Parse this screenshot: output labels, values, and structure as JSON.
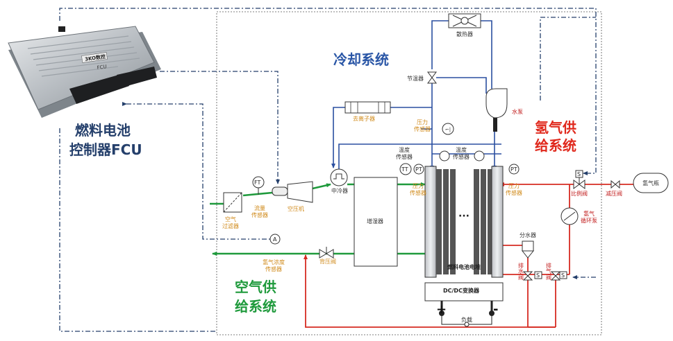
{
  "fcu": {
    "brand": "3KO数控",
    "model": "FCU",
    "caption_line1": "燃料电池",
    "caption_line2": "控制器FCU"
  },
  "sections": {
    "cooling": "冷却系统",
    "hydrogen_line1": "氢气供",
    "hydrogen_line2": "给系统",
    "air_line1": "空气供",
    "air_line2": "给系统"
  },
  "components": {
    "radiator": "散热器",
    "thermostat": "节温器",
    "pump": "水泵",
    "deionizer": "去离子器",
    "pressure_sensor_cool": "压力\n传感器",
    "temp_sensor": "温度\n传感器",
    "temp_sensor_2": "温度\n传感器",
    "intercooler": "中冷器",
    "humidifier": "增湿器",
    "stack": "燃料电池电堆",
    "dcdc": "DC/DC变换器",
    "load": "负载",
    "plus": "+",
    "minus": "-",
    "air_filter": "空气\n过滤器",
    "flow_sensor": "流量\n传感器",
    "compressor": "空压机",
    "h2_conc_sensor": "氢气浓度\n传感器",
    "back_pressure_valve": "背压阀",
    "pressure_sensor_air": "压力\n传感器",
    "pressure_sensor_h2": "压力\n传感器",
    "water_separator": "分水器",
    "drain_valve": "排\n水\n阀",
    "purge_valve": "排\n气\n阀",
    "proportional_valve": "比例阀",
    "reducing_valve": "减压阀",
    "h2_tank": "氢气瓶",
    "h2_recirc_pump": "氢气\n循环泵",
    "dots": "···"
  },
  "symbols": {
    "ft": "FT",
    "tt": "TT",
    "pt": "PT",
    "a": "A",
    "s": "S"
  },
  "colors": {
    "air": "#1f9a3c",
    "hydrogen": "#d62b22",
    "cooling": "#2a4fa0",
    "control": "#243f6b",
    "label_orange": "#d08a1a"
  }
}
